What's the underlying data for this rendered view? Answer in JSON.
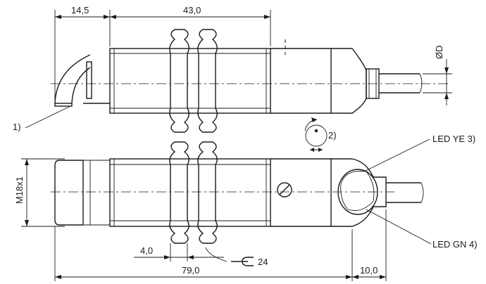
{
  "dimensions": {
    "cable_bend_length": "14,5",
    "thread_length": "43,0",
    "cable_diameter": "ØD",
    "thread_size": "M18x1",
    "nut_thickness": "4,0",
    "overall_length": "79,0",
    "connector_offset": "10,0"
  },
  "callouts": {
    "note_1": "1)",
    "potentiometer": "2)",
    "wrench": "24",
    "led_yellow": "LED YE 3)",
    "led_green": "LED GN 4)"
  }
}
